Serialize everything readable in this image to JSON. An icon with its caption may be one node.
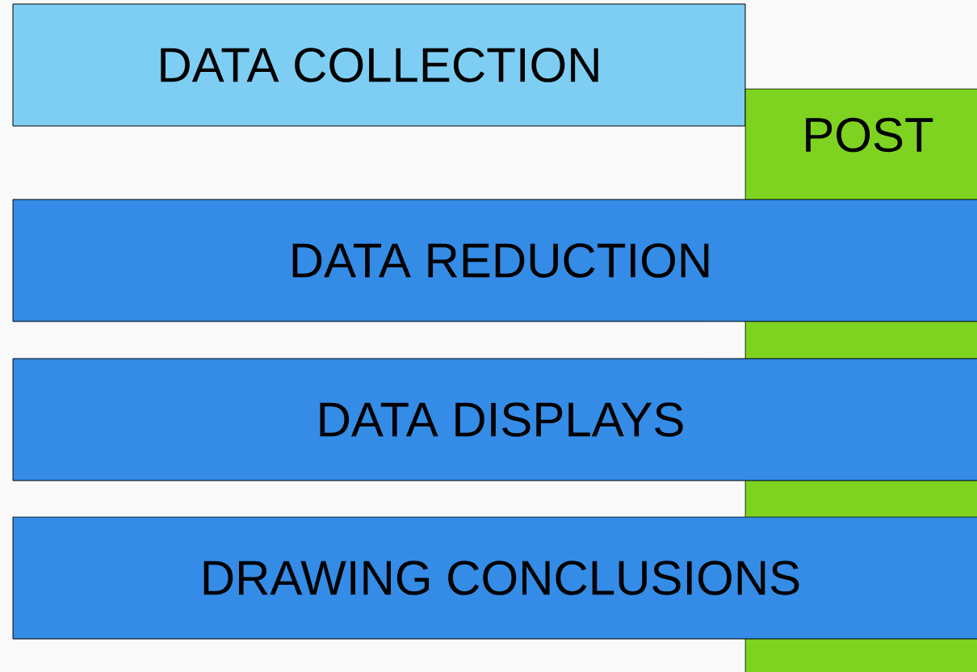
{
  "diagram": {
    "nodes": [
      {
        "text": [
          "DATA COLLECTION"
        ]
      },
      {
        "text": [
          "POST"
        ]
      },
      {
        "text": [
          "DATA REDUCTION"
        ]
      },
      {
        "text": [
          "DATA DISPLAYS"
        ]
      },
      {
        "text": [
          "DRAWING CONCLUSIONS"
        ]
      }
    ]
  }
}
